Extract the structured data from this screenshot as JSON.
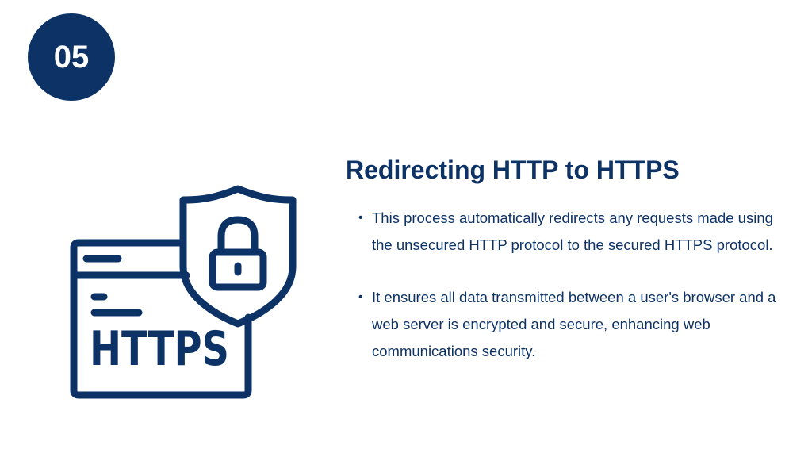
{
  "slide": {
    "number": "05",
    "title": "Redirecting HTTP to HTTPS",
    "bullets": [
      "This process automatically redirects any requests made using the unsecured HTTP protocol to the secured HTTPS protocol.",
      "It ensures all data transmitted between a user's browser and a web server is encrypted and secure, enhancing web communications security."
    ]
  },
  "illustration": {
    "icon": "https-shield-lock-browser-icon",
    "text": "HTTPS"
  },
  "colors": {
    "primary": "#0d3366",
    "background": "#ffffff"
  }
}
